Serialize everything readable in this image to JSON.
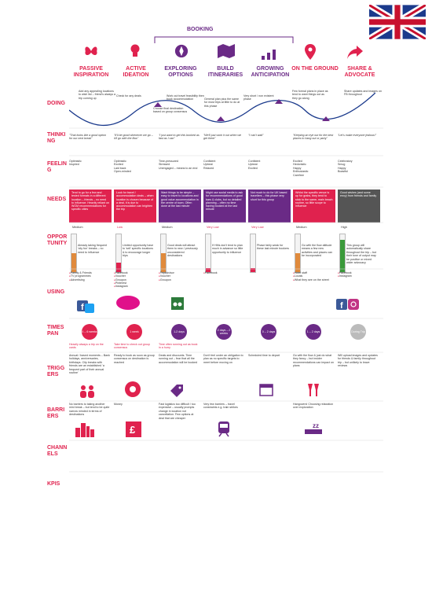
{
  "booking": "BOOKING",
  "stages": [
    {
      "label": "PASSIVE INSPIRATION",
      "color": "#e0224e"
    },
    {
      "label": "ACTIVE IDEATION",
      "color": "#e0224e"
    },
    {
      "label": "EXPLORING OPTIONS",
      "color": "#6a2a86"
    },
    {
      "label": "BUILD ITINERARIES",
      "color": "#6a2a86"
    },
    {
      "label": "GROWING ANTICIPATION",
      "color": "#6a2a86"
    },
    {
      "label": "ON THE GROUND",
      "color": "#e0224e"
    },
    {
      "label": "SHARE & ADVOCATE",
      "color": "#e0224e"
    }
  ],
  "rows": {
    "doing": "DOING",
    "thinking": "THINKING",
    "feeling": "FEELING",
    "needs": "NEEDS",
    "opportunities": "OPPORTUNITY",
    "using": "USING",
    "timespan": "TIMESPAN",
    "triggers": "TRIGGERS",
    "barriers": "BARRIERS",
    "channels": "CHANNELS",
    "kpis": "KPIS"
  },
  "doing": [
    "Add any appealing locations to wish list – friend's always a trip coming up",
    "Check for any deals",
    "Choose final destination based on group consensus",
    "Work out travel feasibility then book accommodation",
    "General plan plus the same for most trips at little to do at this phase",
    "Very short / non existent phase",
    "Few formal plans in place as tend to want things out as they go along",
    "Share updates and images on FB throughout"
  ],
  "thinking": [
    "\"That looks like a good option for our next break\"",
    "\"It'll be good whenever we go – it'll go with the flow\"",
    "\"I just want to get this booked as fast as I can\"",
    "\"We'll just work it out when we get there\"",
    "\"I can't wait\"",
    "\"Keeping an eye out for the best places to hang out or party\"",
    "\"Let's make everyone jealous!\""
  ],
  "feeling": [
    "Optimistic\nInspired",
    "Optimistic\nExcited\nLaid back\nOpen-minded",
    "Time-pressured\nStressed\nUnengaged – means to an end",
    "Confident\nUpbeat\nRelaxed",
    "Confident\nUpbeat\nExcited",
    "Excited\nHedonistic\nHappy\nEnthusiastic\nCarefree",
    "Celebratory\nSmug\nHappy\nBoastful"
  ],
  "needs": [
    {
      "text": "Tend to go for a few and tested formats in a different location – friends – no need to influence. Heavily reliant on WOM recommendations for specific cities",
      "color": "#e0224e"
    },
    {
      "text": "Look for travel / accommodation deals – when location is chosen because of a deal, it is due to accommodation can brighten the trip",
      "color": "#e0224e"
    },
    {
      "text": "Want things to be simple – easy to travel to locations and good value accommodation in the centre of town. Often done at the last minute",
      "color": "#6a2a86"
    },
    {
      "text": "Might use social media to ask for recommendations of good bars & clubs, but no detailed planning – often no time having booked at the last minute",
      "color": "#6a2a86"
    },
    {
      "text": "Not much to do for UK based travellers – this phase very short for this group",
      "color": "#6a2a86"
    },
    {
      "text": "Whilst the specific venue is up for grabs, they tend to stick to the same, main beach routine, so little scope to influence",
      "color": "#e0224e"
    },
    {
      "text": "Good wishes (and some envy) from friends and family",
      "color": "#555555"
    }
  ],
  "opps": [
    {
      "level": "Medium",
      "fill": 0.5,
      "color": "#e08a3c",
      "text": "Already taking frequent 'city fun' breaks – no need to influence"
    },
    {
      "level": "Low",
      "fill": 0.25,
      "color": "#e0224e",
      "text": "Limited opportunity have to 'sell' specific locations & to encourage longer trips"
    },
    {
      "level": "Medium",
      "fill": 0.5,
      "color": "#e08a3c",
      "text": "Good deals will attract them to new / previously unconsidered destinations"
    },
    {
      "level": "Very Low",
      "fill": 0.1,
      "color": "#e0224e",
      "text": "If HMs don't tend to plan much in advance so little opportunity to influence"
    },
    {
      "level": "Very Low",
      "fill": 0.1,
      "color": "#e0224e",
      "text": "Phase fairly weak for these last minute bookers"
    },
    {
      "level": "Medium",
      "fill": 0.5,
      "color": "#e08a3c",
      "text": "Go with the flow attitude means a few new activities and places can be incorporated"
    },
    {
      "level": "High",
      "fill": 0.85,
      "color": "#3a9a3a",
      "text": "This group will automatically share throughout the trip – but their tone of output may be positive or mixed wider advocacy"
    }
  ],
  "using": [
    [
      "Family & Friends",
      "TV programmes",
      "Advertising"
    ],
    [
      "Facebook",
      "Voucher",
      "Groupon",
      "Pinterest",
      "Instagram"
    ],
    [
      "TripAdvisor",
      "Voucher",
      "Groupon"
    ],
    [
      "Facebook"
    ],
    [],
    [
      "Hotel staff",
      "Locals",
      "What they see on the street"
    ],
    [
      "Facebook",
      "Instagram"
    ]
  ],
  "timespan": [
    {
      "label": "4 – 6 weeks",
      "color": "#e0224e"
    },
    {
      "label": "1 week",
      "color": "#e0224e"
    },
    {
      "label": "1-2 days",
      "color": "#6a2a86"
    },
    {
      "label": "2 days – 2 weeks",
      "color": "#6a2a86"
    },
    {
      "label": "0 – 2 days",
      "color": "#6a2a86"
    },
    {
      "label": "1 – 2 days",
      "color": "#6a2a86"
    },
    {
      "label": "During Trip",
      "color": "#bbbbbb"
    }
  ],
  "timespan_notes": [
    "Heavily always a trip on the cards",
    "Take time to check out group consensus",
    "Time often running out as book in a hurry"
  ],
  "triggers": [
    "Annual / based moments – Bank holidays, anniversaries, birthdays. City breaks with friends are an established 'a frequent part of their annual routine'",
    "Ready to book as soon as group consensus on destination is reached",
    "Deals and discounts. Time running out – fear that all the accommodation will be booked",
    "Don't feel under an obligation to plan as no specific targets to meet before moving on",
    "Scheduled time to depart",
    "Go with the flow & just do what they fancy – but insider recommendations can impact on plans",
    "Will upload images and updates for friends & family throughout trip – but unlikely to leave reviews"
  ],
  "barriers": [
    "No barriers to taking another mini break – but tend to be quite narrow minded in terms of destinations",
    "Money",
    "Fast logistics too difficult / too expensive – usually prompts change in location not cancellation. Few options at deal that are cheaper",
    "Very few barriers – travel constraints e.g. train strikes",
    "",
    "Hangovers! Choosing relaxation over exploration",
    ""
  ]
}
